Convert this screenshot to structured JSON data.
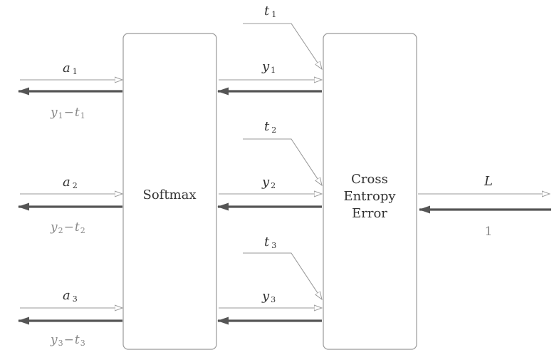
{
  "nodes": {
    "softmax": {
      "label": "Softmax"
    },
    "cross_entropy": {
      "lines": [
        "Cross",
        "Entropy",
        "Error"
      ]
    }
  },
  "inputs": [
    {
      "fwd_var": "a",
      "fwd_sub": "1",
      "grad_var1": "y",
      "grad_sub1": "1",
      "grad_op": "−",
      "grad_var2": "t",
      "grad_sub2": "1"
    },
    {
      "fwd_var": "a",
      "fwd_sub": "2",
      "grad_var1": "y",
      "grad_sub1": "2",
      "grad_op": "−",
      "grad_var2": "t",
      "grad_sub2": "2"
    },
    {
      "fwd_var": "a",
      "fwd_sub": "3",
      "grad_var1": "y",
      "grad_sub1": "3",
      "grad_op": "−",
      "grad_var2": "t",
      "grad_sub2": "3"
    }
  ],
  "outputs": [
    {
      "var": "y",
      "sub": "1"
    },
    {
      "var": "y",
      "sub": "2"
    },
    {
      "var": "y",
      "sub": "3"
    }
  ],
  "targets": [
    {
      "var": "t",
      "sub": "1"
    },
    {
      "var": "t",
      "sub": "2"
    },
    {
      "var": "t",
      "sub": "3"
    }
  ],
  "loss": {
    "var": "L",
    "grad": "1"
  },
  "colors": {
    "forward": "#9a9a9a",
    "backward": "#555555",
    "box_border": "#9a9a9a"
  }
}
